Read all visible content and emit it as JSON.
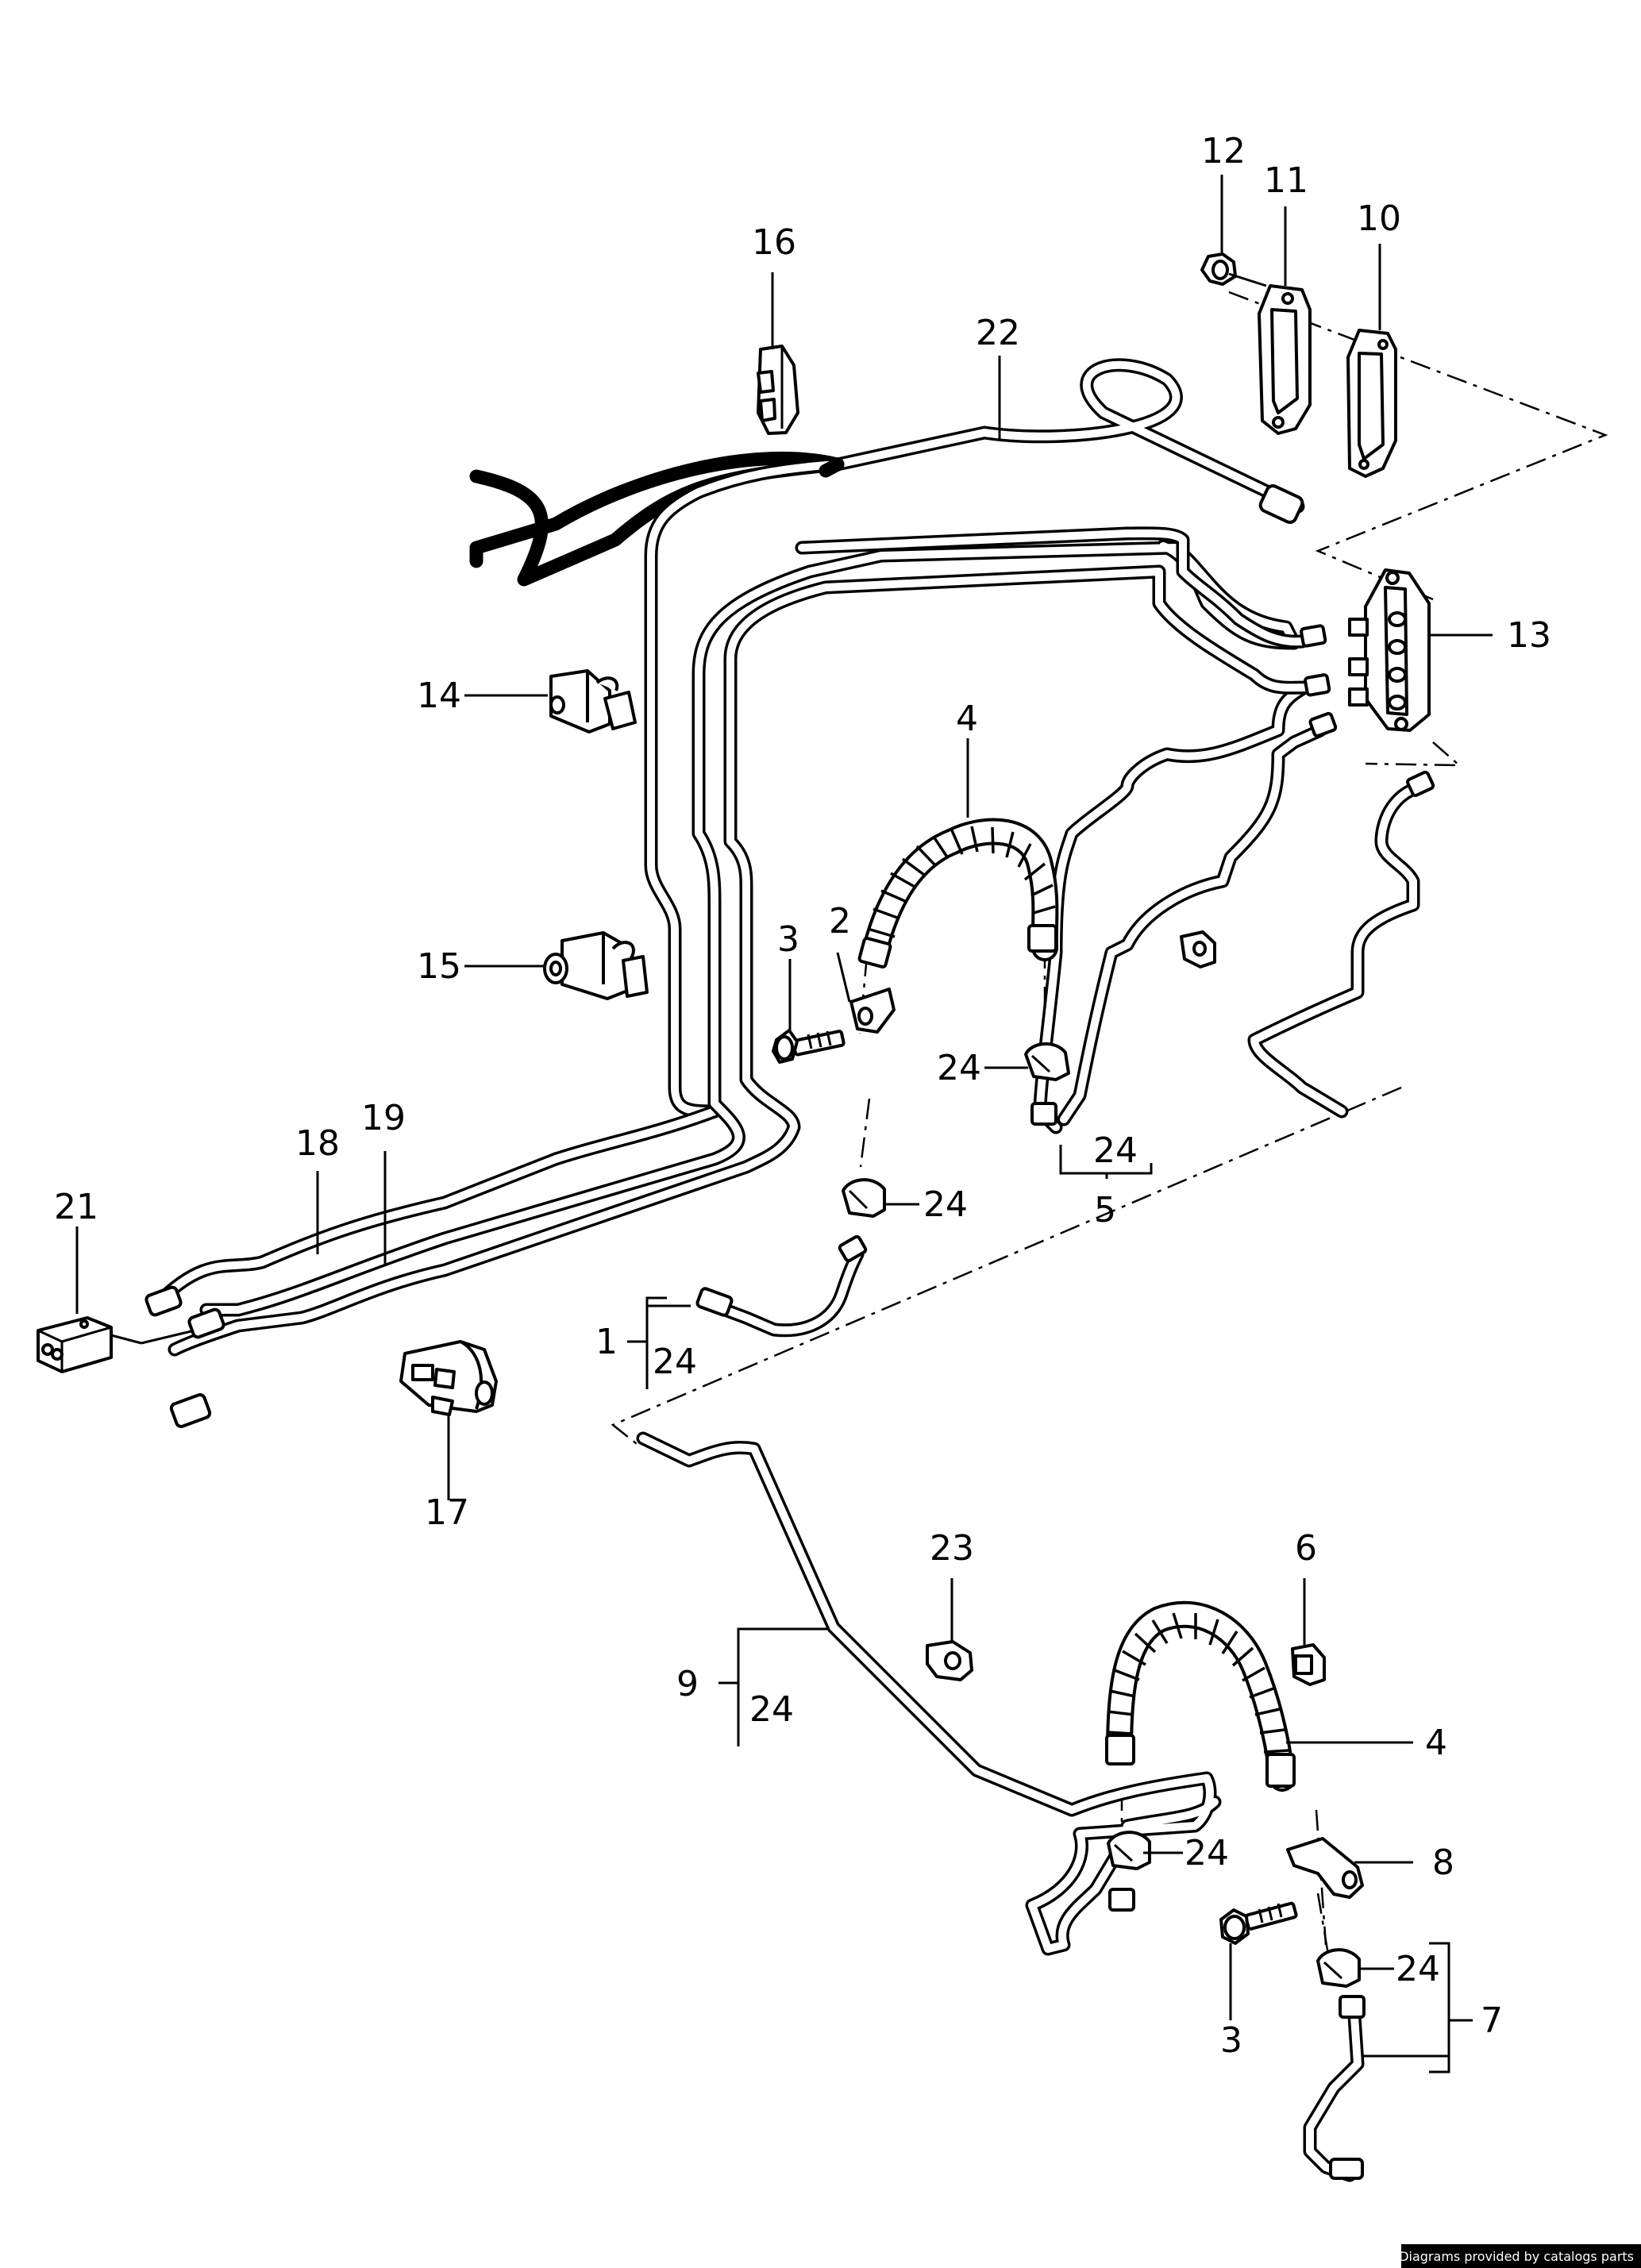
{
  "labels": {
    "l1": "1",
    "l2": "2",
    "l3a": "3",
    "l3b": "3",
    "l4a": "4",
    "l4b": "4",
    "l5": "5",
    "l6": "6",
    "l7": "7",
    "l8": "8",
    "l9": "9",
    "l10": "10",
    "l11": "11",
    "l12": "12",
    "l13": "13",
    "l14": "14",
    "l15": "15",
    "l16": "16",
    "l17": "17",
    "l18": "18",
    "l19": "19",
    "l21": "21",
    "l22": "22",
    "l23": "23",
    "l24a": "24",
    "l24b": "24",
    "l24c": "24",
    "l24d": "24",
    "l24e": "24",
    "l24f": "24",
    "l24g": "24"
  },
  "credit": "Diagrams provided by catalogs parts"
}
